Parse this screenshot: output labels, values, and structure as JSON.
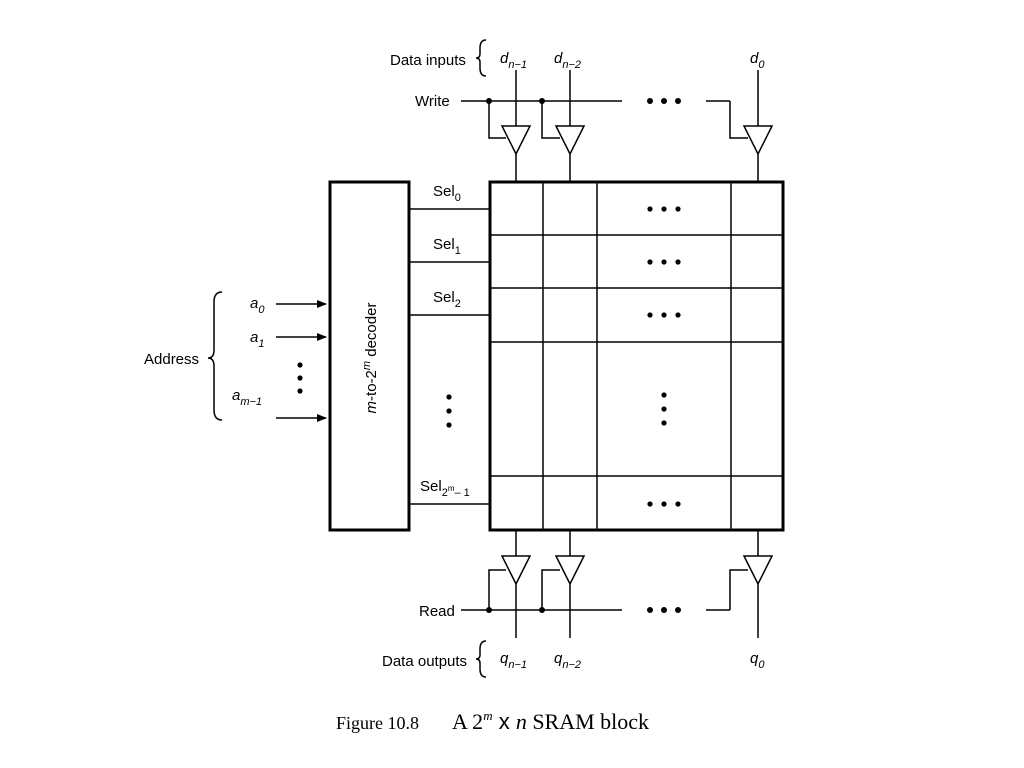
{
  "labels": {
    "data_inputs": "Data inputs",
    "write": "Write",
    "read": "Read",
    "data_outputs": "Data outputs",
    "address": "Address",
    "decoder": {
      "pre": "m",
      "mid": "-to-2",
      "sup": "m",
      "post": " decoder"
    },
    "d_n1": {
      "base": "d",
      "sub": "n−1"
    },
    "d_n2": {
      "base": "d",
      "sub": "n−2"
    },
    "d_0": {
      "base": "d",
      "sub": "0"
    },
    "q_n1": {
      "base": "q",
      "sub": "n−1"
    },
    "q_n2": {
      "base": "q",
      "sub": "n−2"
    },
    "q_0": {
      "base": "q",
      "sub": "0"
    },
    "a_0": {
      "base": "a",
      "sub": "0"
    },
    "a_1": {
      "base": "a",
      "sub": "1"
    },
    "a_m1": {
      "base": "a",
      "sub": "m−1"
    },
    "sel_0": {
      "base": "Sel",
      "sub": "0"
    },
    "sel_1": {
      "base": "Sel",
      "sub": "1"
    },
    "sel_2": {
      "base": "Sel",
      "sub": "2"
    },
    "sel_last": {
      "base": "Sel",
      "sub": "2",
      "supsup": "m",
      "subtail": "– 1"
    }
  },
  "caption": {
    "figure": "Figure 10.8",
    "title_pre": "A 2",
    "title_sup": "m",
    "title_x": " x ",
    "title_n": "n",
    "title_post": " SRAM block"
  }
}
